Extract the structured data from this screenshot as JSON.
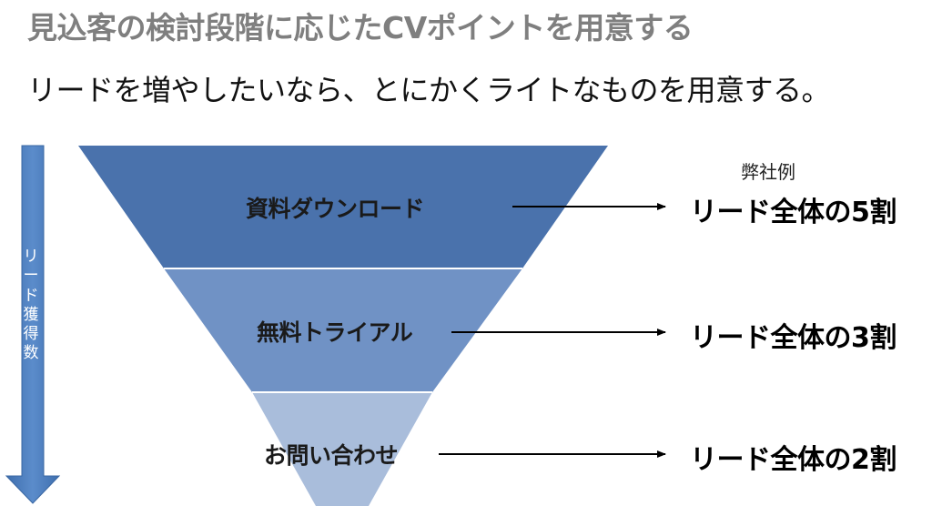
{
  "header": {
    "title": "見込客の検討段階に応じたCVポイントを用意する",
    "subtitle": "リードを増やしたいなら、とにかくライトなものを用意する。"
  },
  "side_arrow": {
    "label_chars": [
      "リ",
      "ー",
      "ド",
      "獲",
      "得",
      "数"
    ],
    "color": "#4f81bd"
  },
  "example_label": "弊社例",
  "stages": [
    {
      "label": "資料ダウンロード",
      "result": "リード全体の5割",
      "color": "#4a72ac"
    },
    {
      "label": "無料トライアル",
      "result": "リード全体の3割",
      "color": "#7092c5"
    },
    {
      "label": "お問い合わせ",
      "result": "リード全体の2割",
      "color": "#a9bddb"
    }
  ]
}
